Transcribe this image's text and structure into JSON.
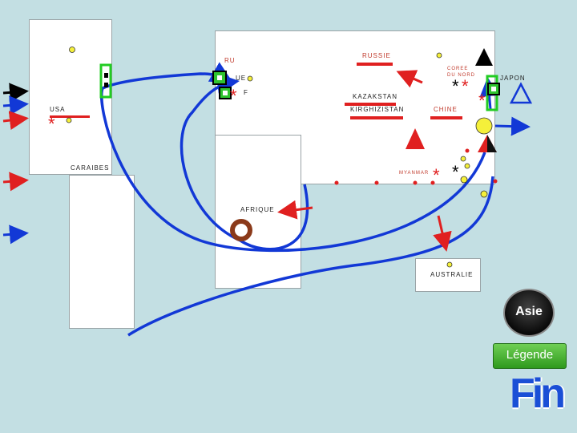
{
  "labels": {
    "russie": "RUSSIE",
    "ru": "RU",
    "ue": "UE",
    "f": "F",
    "coree_line1": "COREE",
    "coree_line2": "DU NORD",
    "japon": "JAPON",
    "kazakstan": "KAZAKSTAN",
    "kirghizistan": "KIRGHIZISTAN",
    "chine": "CHINE",
    "usa": "USA",
    "caraibes": "CARAIBES",
    "myanmar": "MYANMAR",
    "afrique": "AFRIQUE",
    "australie": "AUSTRALIE"
  },
  "buttons": {
    "asie": "Asie",
    "legende": "Légende",
    "fin": "Fin"
  },
  "colors": {
    "background": "#c3dfe3",
    "flow_blue": "#1238d6",
    "flow_red": "#e02020",
    "marker_green": "#22cc22",
    "marker_yellow": "#f5f03a",
    "ring_brown": "#8b3a1a"
  }
}
